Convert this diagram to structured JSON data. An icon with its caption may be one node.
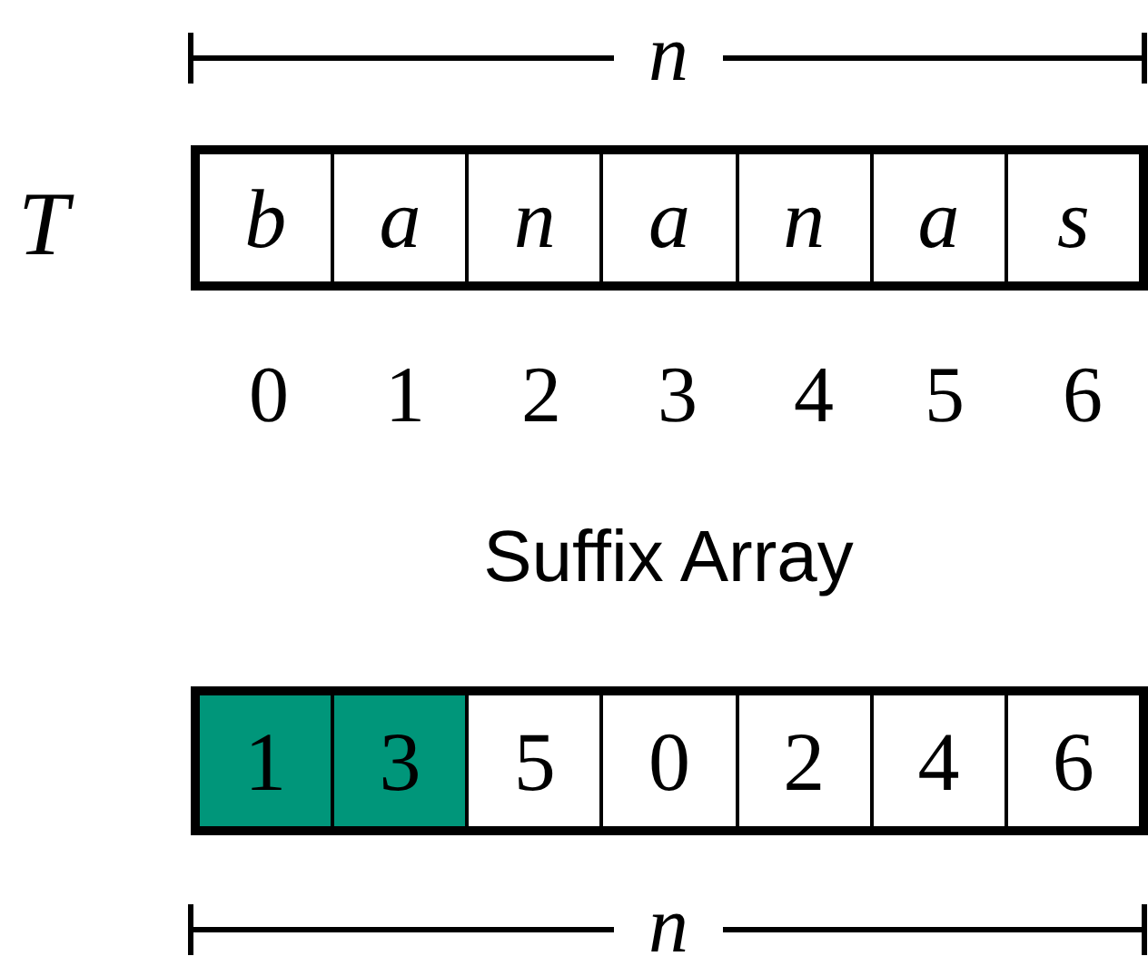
{
  "diagram": {
    "nodes": [
      {
        "text": [],
        "shape": "box",
        "beside": [
          "T"
        ]
      },
      {
        "text": [
          "b"
        ],
        "in": 0
      },
      {
        "text": [
          "a"
        ],
        "in": 0
      },
      {
        "text": [
          "n"
        ],
        "in": 0
      },
      {
        "text": [
          "a"
        ],
        "in": 0
      },
      {
        "text": [
          "n"
        ],
        "in": 0
      },
      {
        "text": [
          "a"
        ],
        "in": 0
      },
      {
        "text": [
          "s"
        ],
        "in": 0
      },
      {
        "text": [],
        "shape": "box"
      },
      {
        "text": [
          "1"
        ],
        "in": 8
      },
      {
        "text": [
          "3"
        ],
        "in": 8
      },
      {
        "text": [
          "5"
        ],
        "in": 8
      },
      {
        "text": [
          "0"
        ],
        "in": 8
      },
      {
        "text": [
          "2"
        ],
        "in": 8
      },
      {
        "text": [
          "4"
        ],
        "in": 8
      },
      {
        "text": [
          "6"
        ],
        "in": 8
      }
    ],
    "labels": [
      "n",
      "0",
      "1",
      "2",
      "3",
      "4",
      "5",
      "6",
      "Suffix Array",
      "n"
    ]
  }
}
